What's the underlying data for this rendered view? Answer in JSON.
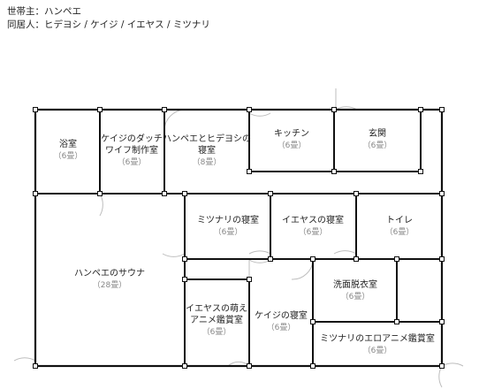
{
  "header": {
    "householder": "世帯主：ハンペエ",
    "cohabitants": "同居人：ヒデヨシ / ケイジ / イエヤス / ミツナリ"
  },
  "rooms": [
    {
      "id": "bath",
      "name": [
        "浴室"
      ],
      "size": "（6畳）"
    },
    {
      "id": "keiji-dutch",
      "name": [
        "ケイジのダッチ",
        "ワイフ制作室"
      ],
      "size": "（6畳）"
    },
    {
      "id": "hanpee-hideyoshi-bed",
      "name": [
        "ハンペエとヒデヨシの",
        "寝室"
      ],
      "size": "（8畳）"
    },
    {
      "id": "kitchen",
      "name": [
        "キッチン"
      ],
      "size": "（6畳）"
    },
    {
      "id": "entrance",
      "name": [
        "玄関"
      ],
      "size": "（6畳）"
    },
    {
      "id": "mitsunari-bed",
      "name": [
        "ミツナリの寝室"
      ],
      "size": "（6畳）"
    },
    {
      "id": "ieyasu-bed",
      "name": [
        "イエヤスの寝室"
      ],
      "size": "（6畳）"
    },
    {
      "id": "toilet",
      "name": [
        "トイレ"
      ],
      "size": "（6畳）"
    },
    {
      "id": "sauna",
      "name": [
        "ハンペエのサウナ"
      ],
      "size": "（28畳）"
    },
    {
      "id": "washroom",
      "name": [
        "洗面脱衣室"
      ],
      "size": "（6畳）"
    },
    {
      "id": "ieyasu-anime",
      "name": [
        "イエヤスの萌え",
        "アニメ鑑賞室"
      ],
      "size": "（6畳）"
    },
    {
      "id": "keiji-bed",
      "name": [
        "ケイジの寝室"
      ],
      "size": "（6畳）"
    },
    {
      "id": "mitsunari-ero",
      "name": [
        "ミツナリのエロアニメ鑑賞室"
      ],
      "size": "（6畳）"
    }
  ],
  "colors": {
    "wall": "#111111",
    "door": "#bdbdbd",
    "size_text": "#888888"
  }
}
